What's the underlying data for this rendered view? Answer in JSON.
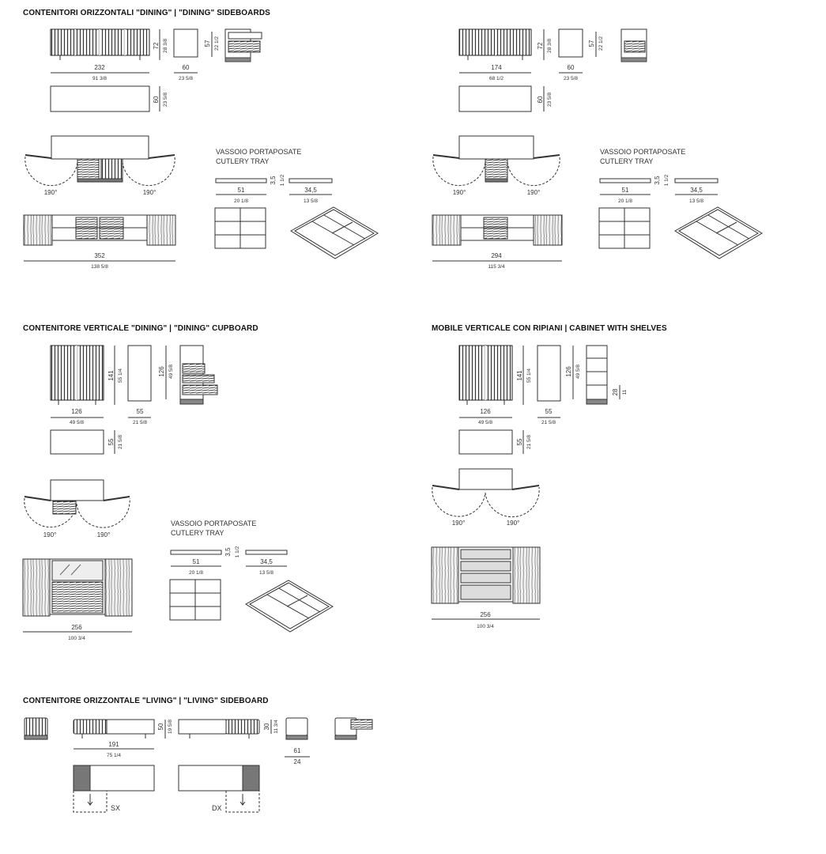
{
  "sections": {
    "sideboards": {
      "title": "CONTENITORI ORIZZONTALI \"DINING\"  |  \"DINING\" SIDEBOARDS",
      "a": {
        "width": "232",
        "width_in": "91 3/8",
        "height": "72",
        "height_in": "28 3/8",
        "depth": "60",
        "depth_in": "23 5/8",
        "inner_h": "57",
        "inner_h_in": "22 1/2",
        "top_depth": "60",
        "top_depth_in": "23 5/8",
        "open_width": "352",
        "open_width_in": "138 5/8"
      },
      "b": {
        "width": "174",
        "width_in": "68 1/2",
        "height": "72",
        "height_in": "28 3/8",
        "depth": "60",
        "depth_in": "23 5/8",
        "inner_h": "57",
        "inner_h_in": "22 1/2",
        "top_depth": "60",
        "top_depth_in": "23 5/8",
        "open_width": "294",
        "open_width_in": "115 3/4"
      },
      "angle_left": "190°",
      "angle_right": "190°"
    },
    "cutlery_tray": {
      "title_it": "VASSOIO PORTAPOSATE",
      "title_en": "CUTLERY TRAY",
      "w": "51",
      "w_in": "20 1/8",
      "h": "3,5",
      "h_in": "1 1/2",
      "d": "34,5",
      "d_in": "13 5/8"
    },
    "cupboard": {
      "title": "CONTENITORE VERTICALE \"DINING\"  |  \"DINING\" CUPBOARD",
      "width": "126",
      "width_in": "49 5/8",
      "height": "141",
      "height_in": "55 1/4",
      "depth": "55",
      "depth_in": "21 5/8",
      "inner_h": "126",
      "inner_h_in": "49 5/8",
      "top_depth": "55",
      "top_depth_in": "21 5/8",
      "open_width": "256",
      "open_width_in": "100 3/4",
      "angle_left": "190°",
      "angle_right": "190°"
    },
    "cabinet": {
      "title": "MOBILE VERTICALE CON RIPIANI  |  CABINET WITH SHELVES",
      "width": "126",
      "width_in": "49 5/8",
      "height": "141",
      "height_in": "55 1/4",
      "depth": "55",
      "depth_in": "21 5/8",
      "inner_h": "126",
      "inner_h_in": "49 5/8",
      "shelf_gap": "28",
      "shelf_gap_in": "11",
      "top_depth": "55",
      "top_depth_in": "21 5/8",
      "open_width": "256",
      "open_width_in": "100 3/4",
      "angle_left": "190°",
      "angle_right": "190°"
    },
    "living": {
      "title": "CONTENITORE ORIZZONTALE \"LIVING\"  |  \"LIVING\" SIDEBOARD",
      "width": "191",
      "width_in": "75 1/4",
      "height": "50",
      "height_in": "19 5/8",
      "inner_h": "30",
      "inner_h_in": "11 3/4",
      "depth": "61",
      "depth_in": "24",
      "left": "SX",
      "right": "DX"
    }
  }
}
